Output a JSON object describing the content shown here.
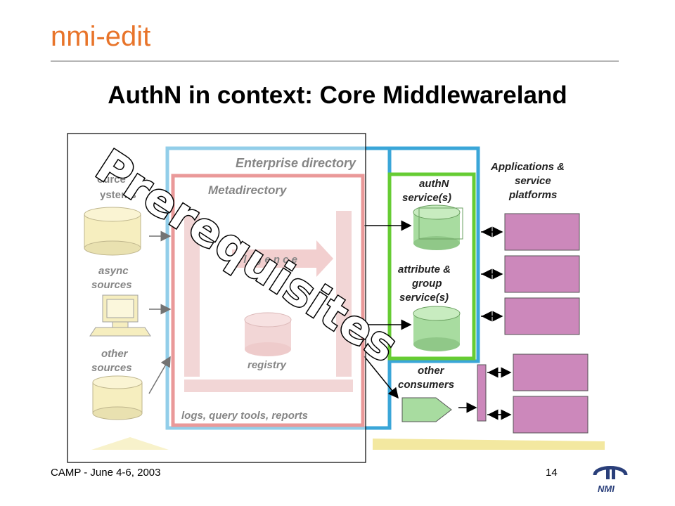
{
  "header": {
    "brand": "nmi-edit",
    "title": "AuthN in context: Core Middlewareland"
  },
  "diagram": {
    "enterprise_directory": "Enterprise directory",
    "metadirectory": "Metadirectory",
    "source_partial_line1": "ource",
    "source_partial_line2": "ystems",
    "async_sources_line1": "async",
    "async_sources_line2": "sources",
    "other_sources_line1": "other",
    "other_sources_line2": "sources",
    "diligence": "i l i g e n c e",
    "registry": "registry",
    "logs": "logs, query tools, reports",
    "authn_line1": "authN",
    "authn_line2": "service(s)",
    "attr_line1": "attribute &",
    "attr_line2": "group",
    "attr_line3": "service(s)",
    "other_consumers_line1": "other",
    "other_consumers_line2": "consumers",
    "apps_line1": "Applications &",
    "apps_line2": "service",
    "apps_line3": "platforms",
    "overlay": "Prerequisites"
  },
  "footer": {
    "left": "CAMP -  June 4-6, 2003",
    "page_number": "14",
    "logo_text": "NMI"
  },
  "colors": {
    "brand": "#e8742a",
    "blue_box": "#3aa6d8",
    "red_box": "#d94646",
    "green_box": "#66cc33",
    "cylinder_yellow": "#efe08a",
    "cylinder_green": "#a8dca0",
    "pink_box": "#cc88bb"
  }
}
